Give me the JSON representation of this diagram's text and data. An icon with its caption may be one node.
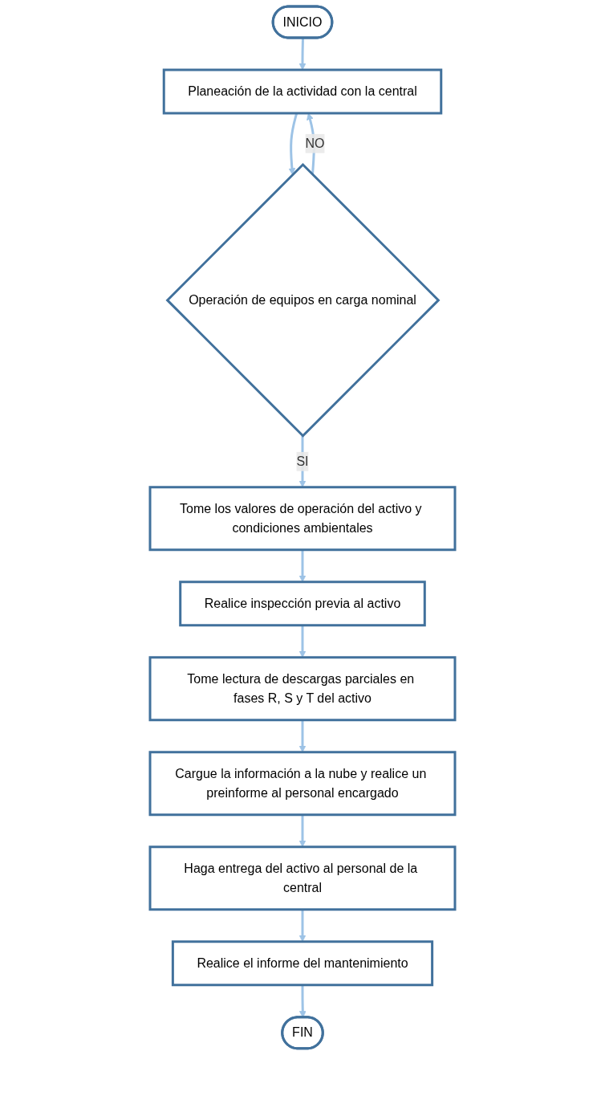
{
  "diagram": {
    "nodes": [
      {
        "text": [
          "INICIO"
        ]
      },
      {
        "text": [
          "Planeación de la actividad con la central"
        ]
      },
      {
        "text": [
          "Operación de equipos en carga nominal"
        ]
      },
      {
        "text": [
          "Tome los valores de operación del activo y condiciones ambientales"
        ]
      },
      {
        "text": [
          "Realice inspección previa al activo"
        ]
      },
      {
        "text": [
          "Tome lectura de descargas parciales en fases R, S y T del activo"
        ]
      },
      {
        "text": [
          "Cargue la información a la nube y realice un preinforme al personal encargado"
        ]
      },
      {
        "text": [
          "Haga entrega del activo al personal de la central"
        ]
      },
      {
        "text": [
          "Realice el informe del mantenimiento"
        ]
      },
      {
        "text": [
          "FIN"
        ]
      }
    ],
    "edges": [
      {
        "from": 0,
        "to": 1,
        "arrow": "to"
      },
      {
        "from": 1,
        "to": 2,
        "arrow": "to"
      },
      {
        "from": 2,
        "to": 1,
        "arrow": "to",
        "label": "NO"
      },
      {
        "from": 2,
        "to": 3,
        "arrow": "to",
        "label": "SI"
      },
      {
        "from": 3,
        "to": 4,
        "arrow": "to"
      },
      {
        "from": 4,
        "to": 5,
        "arrow": "to"
      },
      {
        "from": 5,
        "to": 6,
        "arrow": "to"
      },
      {
        "from": 6,
        "to": 7,
        "arrow": "to"
      },
      {
        "from": 7,
        "to": 8,
        "arrow": "to"
      },
      {
        "from": 8,
        "to": 9,
        "arrow": "to"
      }
    ]
  }
}
